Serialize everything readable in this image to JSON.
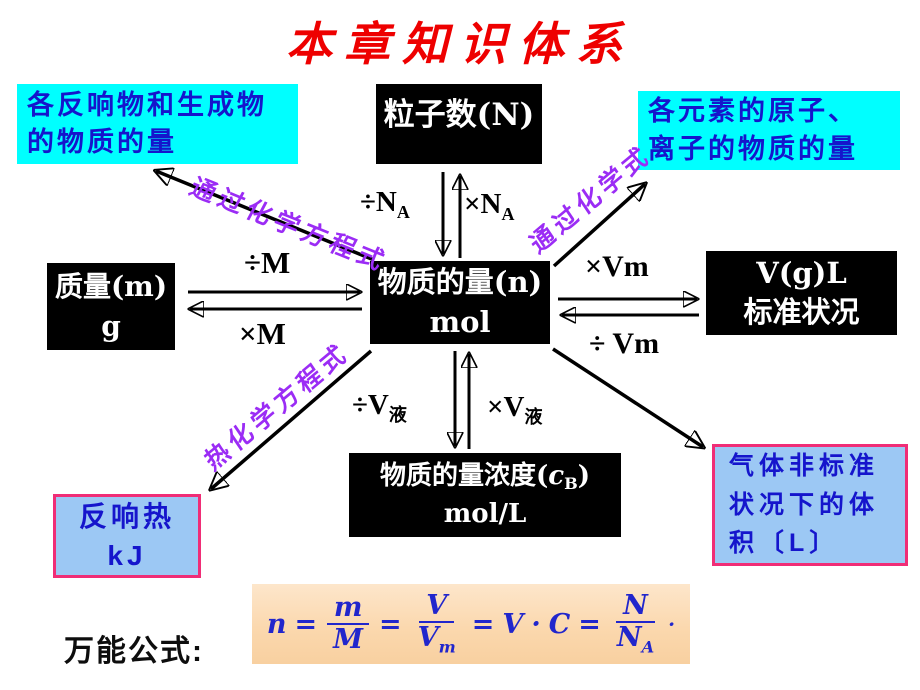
{
  "title": "本章知识体系",
  "nodes": {
    "reactants": {
      "line1": "各反响物和生成物",
      "line2": "的物质的量"
    },
    "particle": {
      "label": "粒子数(N)"
    },
    "elements": {
      "line1": "各元素的原子、",
      "line2": "离子的物质的量"
    },
    "mass": {
      "line1": "质量(m)",
      "line2": "g"
    },
    "mole": {
      "line1": "物质的量(n)",
      "line2": "mol"
    },
    "volume": {
      "line1": "V(g)L",
      "line2": "标准状况"
    },
    "concentration": {
      "prefix": "物质的量浓度(",
      "symbol": "c",
      "sub": "B",
      "suffix": ")",
      "line2": "mol/L"
    },
    "heat": {
      "line1": "反响热",
      "line2": "kJ"
    },
    "gas": {
      "line1": "气体非标准",
      "line2": "状况下的体",
      "line3": "积〔L〕"
    }
  },
  "edges": {
    "divide_NA": {
      "op": "÷N",
      "sub": "A"
    },
    "times_NA": {
      "op": "×N",
      "sub": "A"
    },
    "divide_M": "÷M",
    "times_M": "×M",
    "times_Vm": "×Vm",
    "divide_Vm": "÷ Vm",
    "divide_Vliq": {
      "op": "÷V",
      "sub": "液"
    },
    "times_Vliq": {
      "op": "×V",
      "sub": "液"
    },
    "via_chemical_equation": "通过化学方程式",
    "via_chemical_formula": "通过化学式",
    "thermochemical_equation": "热化学方程式"
  },
  "formula": {
    "caption": "万能公式:",
    "n": "n",
    "eq1": "=",
    "frac1_top": "m",
    "frac1_bot": "M",
    "eq2": "=",
    "frac2_top": "V",
    "frac2_bot": "V",
    "frac2_bot_sub": "m",
    "eq3": "=",
    "v": "V",
    "dot": "·",
    "c": "C",
    "eq4": "=",
    "frac3_top": "N",
    "frac3_bot": "N",
    "frac3_bot_sub": "A",
    "tail_dot": "·"
  },
  "colors": {
    "title_red": "#ee0000",
    "cyan_box_bg": "#00ffff",
    "box_text_blue": "#1515cc",
    "black_box_bg": "#000000",
    "light_blue_box_bg": "#9cc8f4",
    "pink_border": "#f02d76",
    "purple_label": "#9b2cf5",
    "formula_bg": "#fbd8ae",
    "formula_blue": "#2126cc"
  }
}
